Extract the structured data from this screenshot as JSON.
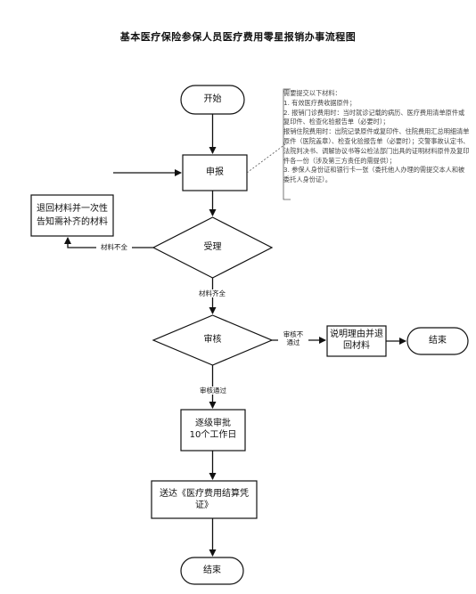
{
  "title": "基本医疗保险参保人员医疗费用零星报销办事流程图",
  "nodes": {
    "start": "开始",
    "declare": "申报",
    "return_materials": "退回材料并一次性告知需补齐的材料",
    "accept": "受理",
    "review": "审核",
    "explain_return": "说明理由并退回材料",
    "end_right": "结束",
    "approve": "逐级审批\n10个工作日",
    "deliver": "送达《医疗费用结算凭证》",
    "end_bottom": "结束"
  },
  "edge_labels": {
    "incomplete": "材料不全",
    "complete": "材料齐全",
    "review_fail": "审核不\n通过",
    "review_pass": "审核通过"
  },
  "note": {
    "lines": [
      "需要提交以下材料：",
      "1. 有效医疗费收据原件；",
      "2. 报销门诊费用时：当时就诊记载的病历、医疗费用清单原件或复印件、检查化验报告单（必要时）；",
      "报销住院费用时：出院记录原件或复印件、住院费用汇总明细清单原件（医院盖章）、检查化验报告单（必要时）；交警事故认定书、法院判决书、调解协议书等公检法部门出具的证明材料原件及复印件各一份（涉及第三方责任的需提供）；",
      "3. 参保人身份证和银行卡一张（委托他人办理的需提交本人和被委托人身份证）。"
    ]
  }
}
